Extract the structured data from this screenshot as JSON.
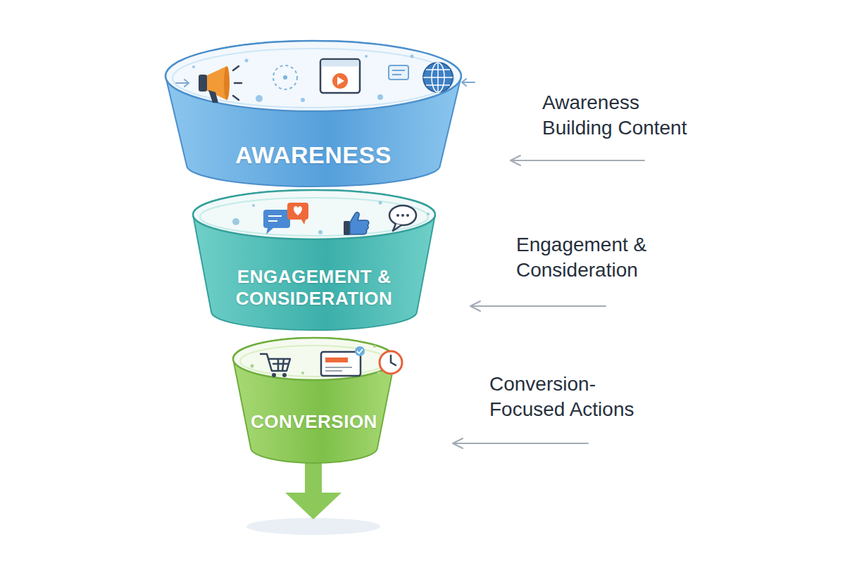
{
  "diagram": {
    "nodes": [
      {
        "text": [
          "AWARENESS"
        ]
      },
      {
        "text": [
          "ENGAGEMENT & CONSIDERATION"
        ]
      },
      {
        "text": [
          "CONVERSION"
        ]
      }
    ],
    "labels": [
      "Awareness Building Content",
      "Engagement & Consideration",
      "Conversion- Focused Actions"
    ]
  }
}
